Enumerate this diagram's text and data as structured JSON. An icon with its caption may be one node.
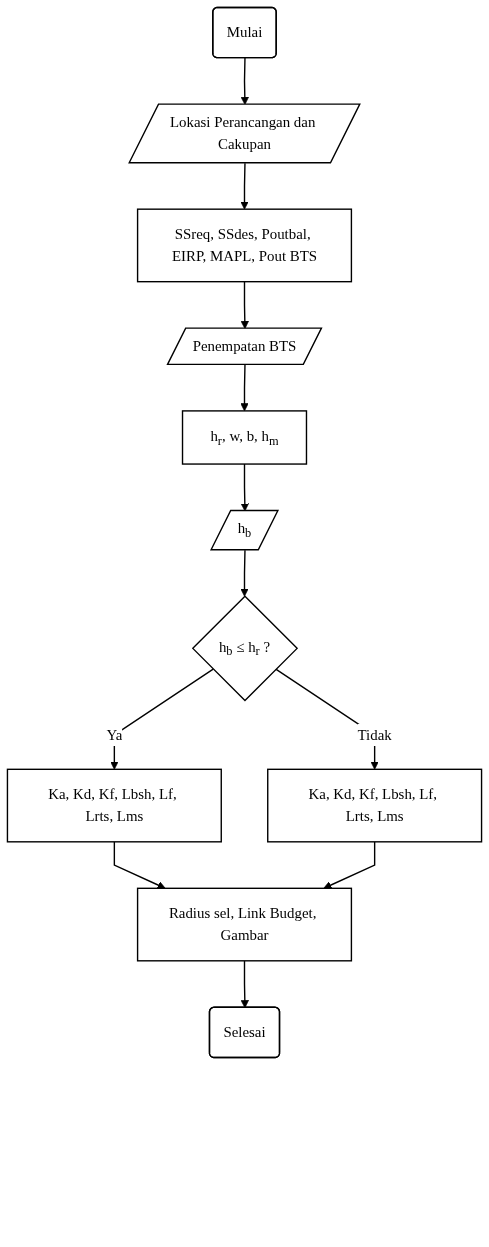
{
  "diagram": {
    "nodes": [
      {
        "text": [
          "Mulai"
        ]
      },
      {
        "text": [
          "Lokasi Perancangan dan Cakupan"
        ]
      },
      {
        "text": [
          "SSreq, SSdes, Poutbal, EIRP, MAPL, Pout BTS"
        ]
      },
      {
        "text": [
          "Penempatan BTS"
        ]
      },
      {
        "text": [
          "h$_{r}$, w, b, h$_{m}$"
        ]
      },
      {
        "text": [
          "h$_{b}$"
        ]
      },
      {
        "text": [
          "h$_{b}$ ≤ h$_{r}$ ?"
        ]
      },
      {
        "text": [
          "Ka, Kd, Kf, Lbsh, Lf, Lrts, Lms"
        ]
      },
      {
        "text": [
          "Ka, Kd, Kf, Lbsh, Lf, Lrts, Lms"
        ]
      },
      {
        "text": [
          "Radius sel, Link Budget, Gambar"
        ]
      },
      {
        "text": [
          "Selesai"
        ]
      }
    ],
    "edges": [
      {
        "from": 0,
        "to": 1,
        "arrow": "to"
      },
      {
        "from": 1,
        "to": 2,
        "arrow": "to"
      },
      {
        "from": 2,
        "to": 3,
        "arrow": "to"
      },
      {
        "from": 3,
        "to": 4,
        "arrow": "to"
      },
      {
        "from": 4,
        "to": 5,
        "arrow": "to"
      },
      {
        "from": 5,
        "to": 6,
        "arrow": "to"
      },
      {
        "from": 6,
        "to": 7,
        "arrow": "to",
        "label": "Ya"
      },
      {
        "from": 6,
        "to": 8,
        "arrow": "to",
        "label": "Tidak"
      },
      {
        "from": 7,
        "to": 9,
        "arrow": "to"
      },
      {
        "from": 8,
        "to": 9,
        "arrow": "to"
      },
      {
        "from": 9,
        "to": 10,
        "arrow": "to"
      }
    ]
  }
}
